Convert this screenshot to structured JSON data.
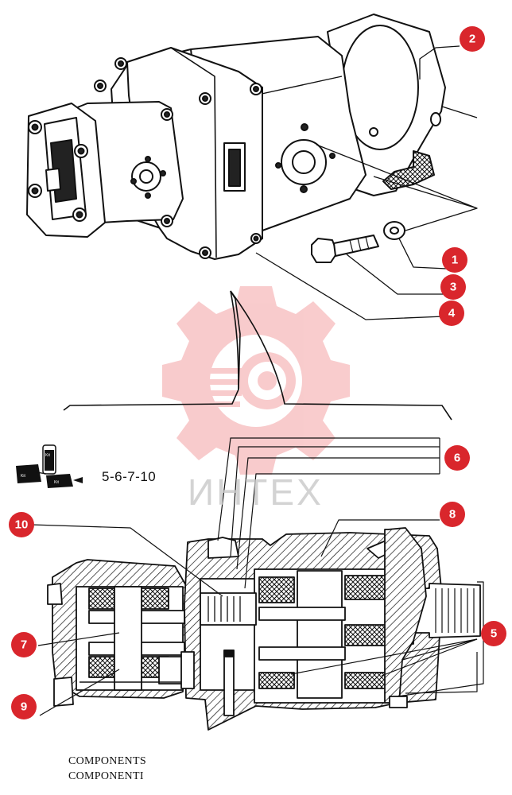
{
  "callouts": [
    {
      "id": "1",
      "label": "1"
    },
    {
      "id": "2",
      "label": "2"
    },
    {
      "id": "3",
      "label": "3"
    },
    {
      "id": "4",
      "label": "4"
    },
    {
      "id": "5",
      "label": "5"
    },
    {
      "id": "6",
      "label": "6"
    },
    {
      "id": "7",
      "label": "7"
    },
    {
      "id": "8",
      "label": "8"
    },
    {
      "id": "9",
      "label": "9"
    },
    {
      "id": "10",
      "label": "10"
    }
  ],
  "kit_reference": "5-6-7-10",
  "watermark_text": "ИНТЕХ",
  "captions": [
    "COMPONENTS",
    "COMPONENTI"
  ],
  "colors": {
    "callout": "#d9262c",
    "watermark": "#e8474c",
    "line": "#111111"
  }
}
